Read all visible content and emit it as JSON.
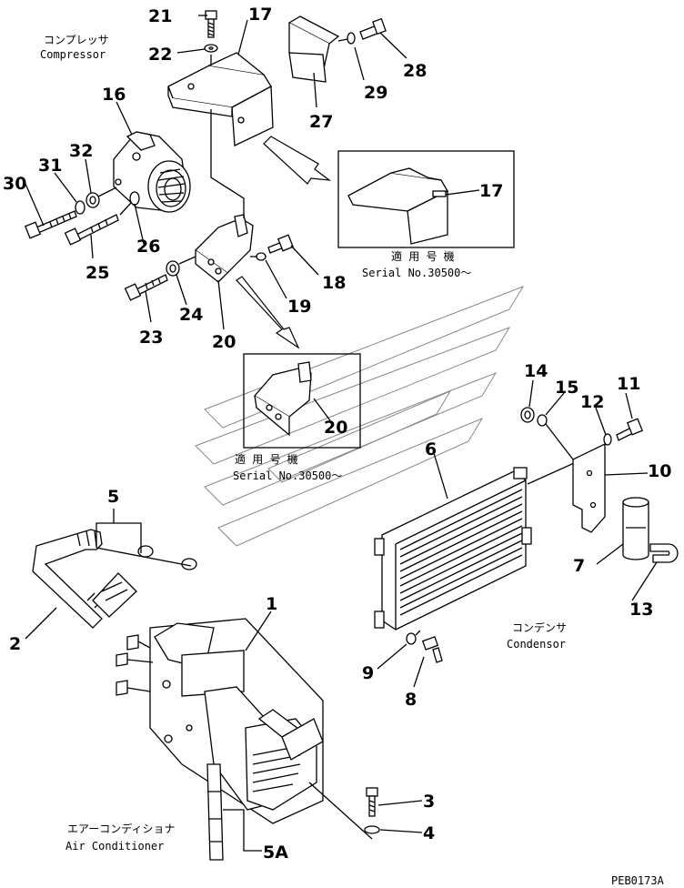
{
  "callouts": [
    "21",
    "22",
    "17",
    "27",
    "28",
    "29",
    "16",
    "32",
    "31",
    "30",
    "25",
    "26",
    "23",
    "24",
    "20",
    "19",
    "18",
    "17",
    "20",
    "14",
    "15",
    "11",
    "12",
    "10",
    "6",
    "7",
    "13",
    "5",
    "2",
    "1",
    "9",
    "8",
    "3",
    "4",
    "5A"
  ],
  "labels": {
    "compressor_jp": "コンプレッサ",
    "compressor_en": "Compressor",
    "serial_jp_1": "適 用 号 機",
    "serial_en_1": "Serial No.30500～",
    "serial_jp_2": "適 用 号 機",
    "serial_en_2": "Serial No.30500～",
    "condenser_jp": "コンデンサ",
    "condenser_en": "Condensor",
    "aircon_jp": "エアーコンディショナ",
    "aircon_en": "Air Conditioner",
    "drawing_code": "PEB0173A"
  }
}
